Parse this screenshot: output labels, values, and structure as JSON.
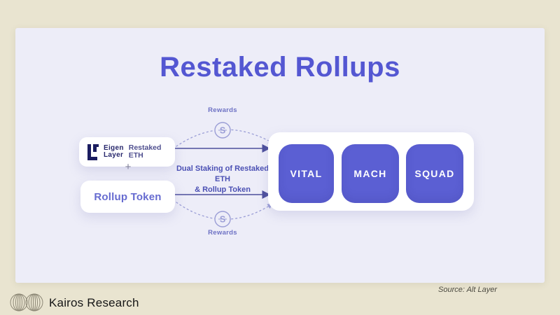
{
  "slide": {
    "title": "Restaked Rollups"
  },
  "diagram": {
    "eigen_box": {
      "brand_line1": "Eigen",
      "brand_line2": "Layer",
      "label_line1": "Restaked",
      "label_line2": "ETH"
    },
    "plus_sign": "+",
    "rollup_box": {
      "label": "Rollup Token"
    },
    "center_label_line1": "Dual Staking of Restaked ETH",
    "center_label_line2": "& Rollup Token",
    "rewards_top_label": "Rewards",
    "rewards_bottom_label": "Rewards",
    "rewards_symbol_top": "S",
    "rewards_symbol_bottom": "S",
    "avs_boxes": [
      "VITAL",
      "MACH",
      "SQUAD"
    ]
  },
  "footer": {
    "brand_name": "Kairos Research",
    "source_note": "Source: Alt Layer"
  },
  "colors": {
    "page_beige": "#e9e4d0",
    "slide_lavender": "#ededf8",
    "title_purple": "#5457d2",
    "accent_purple": "#5b5fd3",
    "arrow_navy": "#4c4f9c",
    "dashed_purple": "#9b9ed6",
    "eigen_navy": "#1b1d60"
  }
}
